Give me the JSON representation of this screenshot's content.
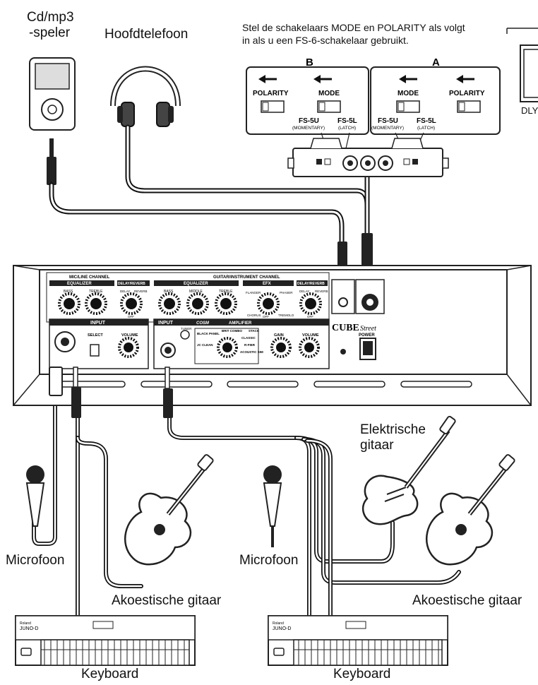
{
  "labels": {
    "cd_player_line1": "Cd/mp3",
    "cd_player_line2": "-speler",
    "headphones": "Hoofdtelefoon",
    "instruction_line1": "Stel de schakelaars MODE en POLARITY als volgt",
    "instruction_line2": "in als u een FS-6-schakelaar gebruikt.",
    "electric_guitar_line1": "Elektrische",
    "electric_guitar_line2": "gitaar",
    "mic_left": "Microfoon",
    "mic_right": "Microfoon",
    "acoustic_left": "Akoestische gitaar",
    "acoustic_right": "Akoestische gitaar",
    "keyboard_left": "Keyboard",
    "keyboard_right": "Keyboard",
    "dly_partial": "DLY"
  },
  "footswitch": {
    "section_b": "B",
    "section_a": "A",
    "polarity": "POLARITY",
    "mode": "MODE",
    "fs5u": "FS-5U",
    "fs5u_sub": "(MOMENTARY)",
    "fs5l": "FS-5L",
    "fs5l_sub": "(LATCH)"
  },
  "amp": {
    "mic_channel": "MIC/LINE CHANNEL",
    "guitar_channel": "GUITAR/INSTRUMENT CHANNEL",
    "equalizer": "EQUALIZER",
    "delay_reverb": "DELAY/REVERB",
    "efx": "EFX",
    "bass": "BASS",
    "middle": "MIDDLE",
    "treble": "TREBLE",
    "delay": "DELAY",
    "reverb": "REVERB",
    "flanger": "FLANGER",
    "phaser": "PHASER",
    "chorus": "CHORUS",
    "tremolo": "TREMOLO",
    "off": "OFF",
    "input": "INPUT",
    "select": "SELECT",
    "volume": "VOLUME",
    "gain": "GAIN",
    "tuner": "TUNER",
    "cosm_amplifier": "AMPLIFIER",
    "cosm": "COSM",
    "black_panel": "BLACK PANEL",
    "brit_combo": "BRIT COMBO",
    "stack": "STACK",
    "classic": "CLASSIC",
    "jc_clean": "JC CLEAN",
    "r_fier": "R-FIER",
    "acoustic_sim": "ACOUSTIC SIM",
    "brand": "CUBE",
    "brand_script": "Street",
    "power": "POWER"
  },
  "keyboard": {
    "brand": "Roland",
    "model": "JUNO-D"
  }
}
